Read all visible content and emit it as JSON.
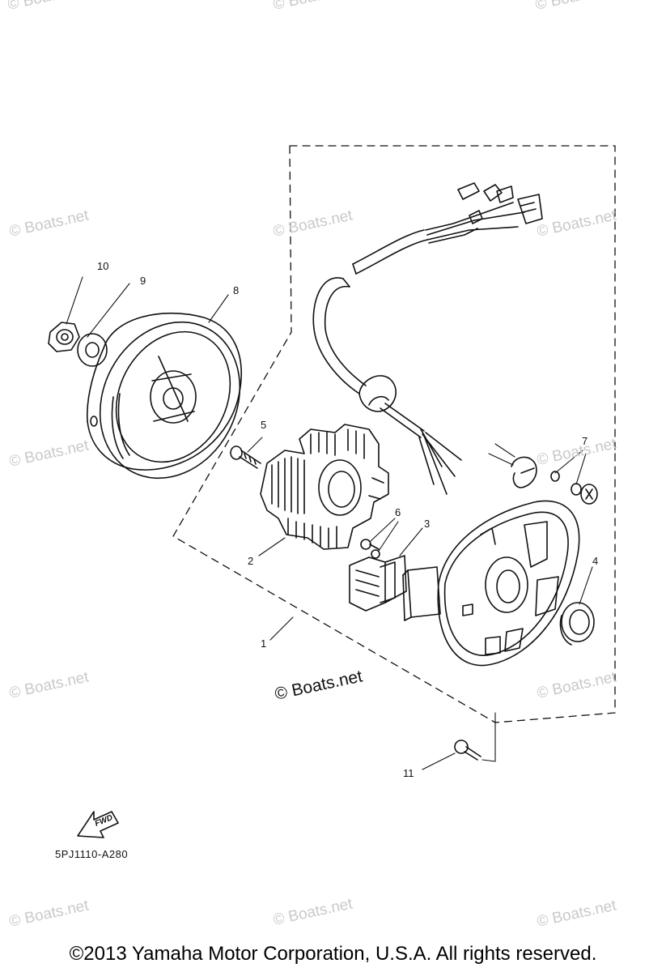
{
  "callouts": {
    "c1": "1",
    "c2": "2",
    "c3": "3",
    "c4": "4",
    "c5": "5",
    "c6": "6",
    "c7": "7",
    "c8": "8",
    "c9": "9",
    "c10": "10",
    "c11": "11"
  },
  "fwd_label": "FWD",
  "diagram_code": "5PJ1110-A280",
  "center_watermark": "© Boats.net",
  "watermark": "© Boats.net",
  "copyright": "©2013 Yamaha Motor Corporation, U.S.A. All rights reserved.",
  "colors": {
    "ink": "#111111",
    "watermark": "#c9c9c9",
    "background": "#ffffff"
  }
}
